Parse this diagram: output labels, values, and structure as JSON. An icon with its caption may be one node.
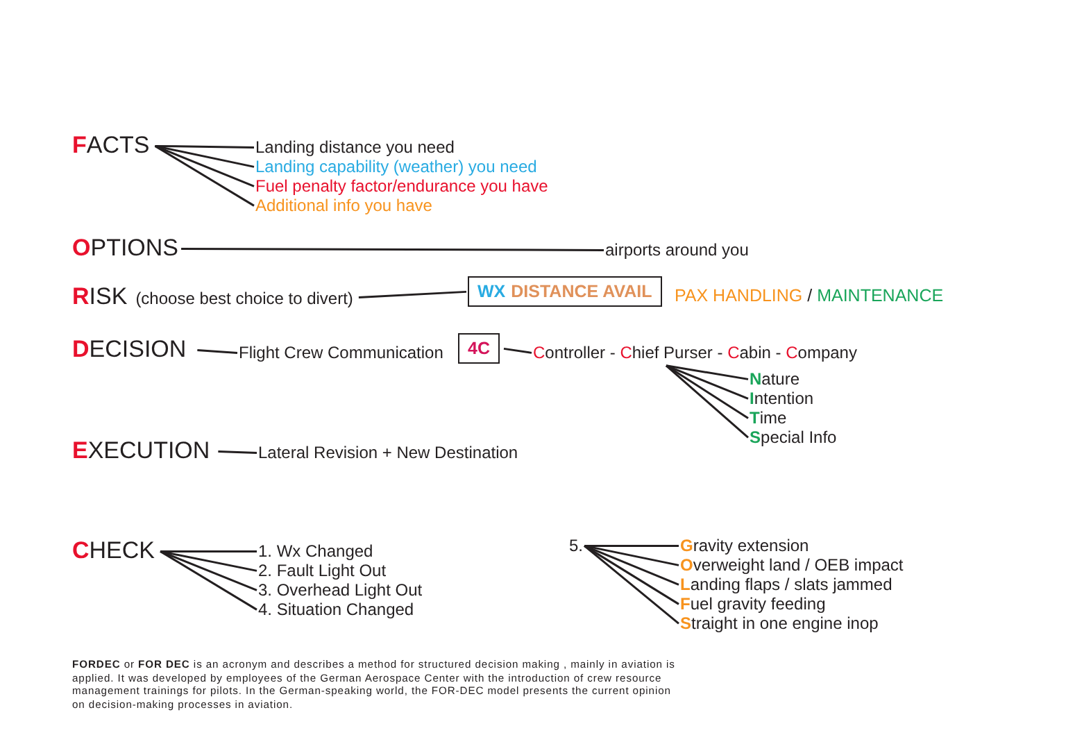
{
  "diagram": {
    "caption": "**FORDEC** or **FOR DEC** is an acronym and describes a method for structured decision making , mainly in aviation is applied. It was developed by employees of the German Aerospace Center with the introduction of crew resource management trainings for pilots. In the German-speaking world, the FOR-DEC model presents the current opinion on decision-making processes in aviation.",
    "nodes": [
      {
        "text": [
          "FACTS"
        ]
      },
      {
        "text": [
          "Landing distance you need"
        ]
      },
      {
        "text": [
          "Landing capability (weather) you need"
        ]
      },
      {
        "text": [
          "Fuel penalty factor/endurance you have"
        ]
      },
      {
        "text": [
          "Additional info you have"
        ]
      },
      {
        "text": [
          "OPTIONS"
        ]
      },
      {
        "text": [
          "airports around you"
        ]
      },
      {
        "text": [
          "RISK",
          "(choose best choice to divert)"
        ]
      },
      {
        "text": [
          "WX",
          "DISTANCE AVAIL"
        ]
      },
      {
        "text": [
          "DECISION"
        ]
      },
      {
        "text": [
          "Flight Crew Communication"
        ]
      },
      {
        "text": [
          "4C"
        ]
      },
      {
        "text": [
          "Controller - Chief Purser - Cabin - Company"
        ]
      },
      {
        "text": [
          "Nature"
        ]
      },
      {
        "text": [
          "Intention"
        ]
      },
      {
        "text": [
          "Time"
        ]
      },
      {
        "text": [
          "Special Info"
        ]
      },
      {
        "text": [
          "EXECUTION"
        ]
      },
      {
        "text": [
          "Lateral Revision + New Destination"
        ]
      },
      {
        "text": [
          "CHECK"
        ]
      },
      {
        "text": [
          "1. Wx Changed"
        ]
      },
      {
        "text": [
          "2. Fault Light Out"
        ]
      },
      {
        "text": [
          "3. Overhead Light Out"
        ]
      },
      {
        "text": [
          "4. Situation Changed"
        ]
      },
      {
        "text": [
          "5."
        ]
      },
      {
        "text": [
          "Gravity extension"
        ]
      },
      {
        "text": [
          "Overweight land / OEB impact"
        ]
      },
      {
        "text": [
          "Landing flaps / slats jammed"
        ]
      },
      {
        "text": [
          "Fuel gravity feeding"
        ]
      },
      {
        "text": [
          "Straight in one engine inop"
        ]
      }
    ],
    "edges": [
      {
        "from": 0,
        "to": 1,
        "arrow": "none"
      },
      {
        "from": 0,
        "to": 2,
        "arrow": "none"
      },
      {
        "from": 0,
        "to": 3,
        "arrow": "none"
      },
      {
        "from": 0,
        "to": 4,
        "arrow": "none"
      },
      {
        "from": 5,
        "to": 6,
        "arrow": "none"
      },
      {
        "from": 7,
        "to": 8,
        "arrow": "none"
      },
      {
        "from": 9,
        "to": 10,
        "arrow": "none"
      },
      {
        "from": 11,
        "to": 12,
        "arrow": "none"
      },
      {
        "from": 12,
        "to": 13,
        "arrow": "none"
      },
      {
        "from": 12,
        "to": 14,
        "arrow": "none"
      },
      {
        "from": 12,
        "to": 15,
        "arrow": "none"
      },
      {
        "from": 12,
        "to": 16,
        "arrow": "none"
      },
      {
        "from": 17,
        "to": 18,
        "arrow": "none"
      },
      {
        "from": 19,
        "to": 20,
        "arrow": "none"
      },
      {
        "from": 19,
        "to": 21,
        "arrow": "none"
      },
      {
        "from": 19,
        "to": 22,
        "arrow": "none"
      },
      {
        "from": 19,
        "to": 23,
        "arrow": "none"
      },
      {
        "from": 24,
        "to": 25,
        "arrow": "none"
      },
      {
        "from": 24,
        "to": 26,
        "arrow": "none"
      },
      {
        "from": 24,
        "to": 27,
        "arrow": "none"
      },
      {
        "from": 24,
        "to": 28,
        "arrow": "none"
      },
      {
        "from": 24,
        "to": 29,
        "arrow": "none"
      }
    ],
    "labels": [
      "PAX HANDLING / MAINTENANCE"
    ]
  }
}
